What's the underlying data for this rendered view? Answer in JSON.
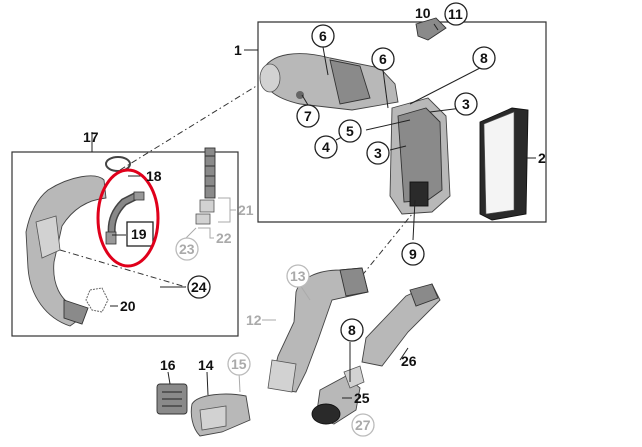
{
  "labels": {
    "p1": "1",
    "p2": "2",
    "p3a": "3",
    "p3b": "3",
    "p4": "4",
    "p5": "5",
    "p6a": "6",
    "p6b": "6",
    "p7": "7",
    "p8a": "8",
    "p8b": "8",
    "p9": "9",
    "p10": "10",
    "p11": "11",
    "p12": "12",
    "p13": "13",
    "p14": "14",
    "p15": "15",
    "p16": "16",
    "p17": "17",
    "p18": "18",
    "p19": "19",
    "p20": "20",
    "p21": "21",
    "p22": "22",
    "p23": "23",
    "p24": "24",
    "p25": "25",
    "p26": "26",
    "p27": "27"
  },
  "colors": {
    "highlight": "#e0001b",
    "ink": "#222222",
    "faded": "#aaaaaa"
  },
  "highlighted_part": "19"
}
